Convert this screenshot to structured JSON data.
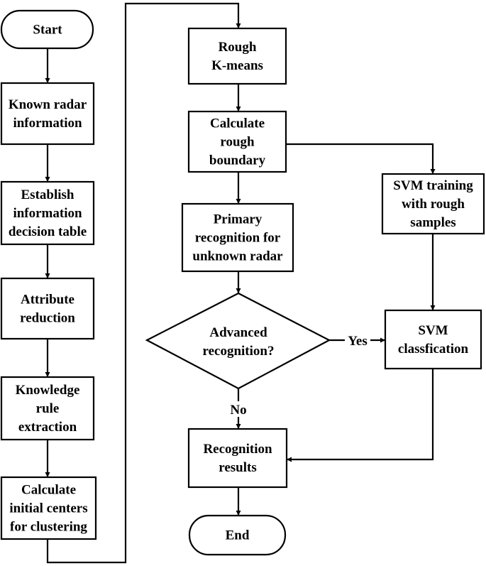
{
  "diagram": {
    "nodes": {
      "start": [
        "Start"
      ],
      "known_radar": [
        "Known radar",
        "information"
      ],
      "establish": [
        "Establish",
        "information",
        "decision table"
      ],
      "attribute": [
        "Attribute",
        "reduction"
      ],
      "knowledge": [
        "Knowledge",
        "rule",
        "extraction"
      ],
      "calc_centers": [
        "Calculate",
        "initial centers",
        "for clustering"
      ],
      "rough_kmeans": [
        "Rough",
        "K-means"
      ],
      "calc_boundary": [
        "Calculate",
        "rough",
        "boundary"
      ],
      "primary": [
        "Primary",
        "recognition for",
        "unknown radar"
      ],
      "advanced": [
        "Advanced",
        "recognition?"
      ],
      "svm_training": [
        "SVM training",
        "with rough",
        "samples"
      ],
      "svm_class": [
        "SVM",
        "classfication"
      ],
      "results": [
        "Recognition",
        "results"
      ],
      "end": [
        "End"
      ]
    },
    "edge_labels": {
      "yes": "Yes",
      "no": "No"
    }
  }
}
